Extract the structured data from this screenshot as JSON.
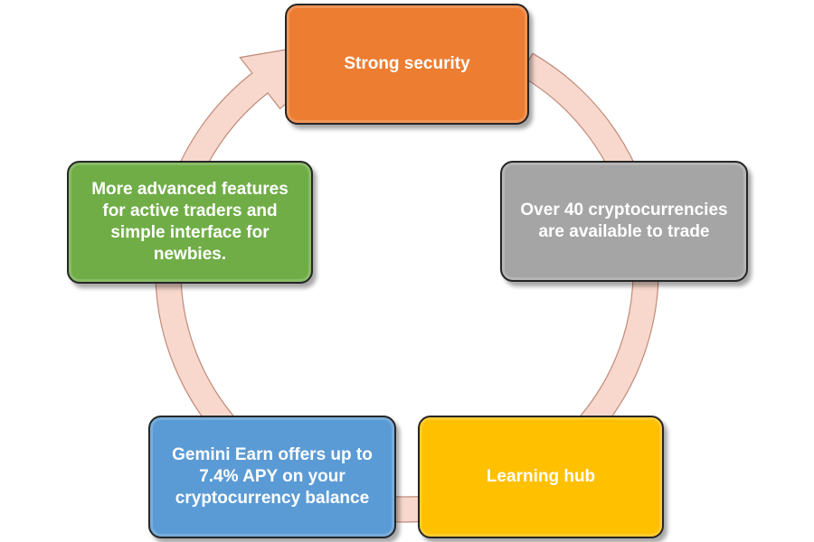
{
  "colors": {
    "arrow_fill": "#f8d8cc",
    "arrow_stroke": "#c08a7a",
    "orange": "#ed7d31",
    "gray": "#a5a5a5",
    "yellow": "#ffc000",
    "blue": "#5b9bd5",
    "green": "#70ad47"
  },
  "diagram": {
    "type": "cycle",
    "steps": [
      {
        "id": "top",
        "label": "Strong security",
        "color": "#ed7d31"
      },
      {
        "id": "right",
        "label": "Over 40 cryptocurrencies\nare available to trade",
        "color": "#a5a5a5"
      },
      {
        "id": "br",
        "label": "Learning hub",
        "color": "#ffc000"
      },
      {
        "id": "bl",
        "label": "Gemini Earn offers up to\n7.4% APY on your\ncryptocurrency balance",
        "color": "#5b9bd5"
      },
      {
        "id": "left",
        "label": "More advanced features\nfor active traders and\nsimple interface for\nnewbies.",
        "color": "#70ad47"
      }
    ]
  }
}
